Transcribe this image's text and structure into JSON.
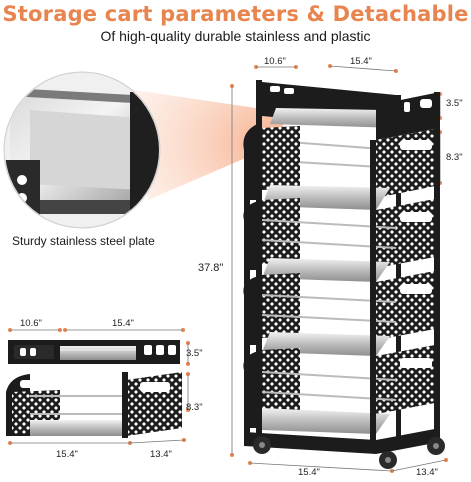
{
  "header": {
    "title": "Storage cart parameters & Detachable",
    "subtitle": "Of high-quality durable stainless  and plastic"
  },
  "callout": {
    "caption": "Sturdy stainless steel plate"
  },
  "main_cart": {
    "width_label": "10.6\"",
    "depth_label": "15.4\"",
    "top_height_label": "3.5\"",
    "tier_height_label": "8.3\"",
    "total_height_label": "37.8\"",
    "bottom_width_label": "15.4\"",
    "bottom_depth_label": "13.4\""
  },
  "detail_top": {
    "width_label": "10.6\"",
    "depth_label": "15.4\"",
    "height_label": "3.5\""
  },
  "detail_bottom": {
    "height_label": "8.3\"",
    "width_label": "15.4\"",
    "depth_label": "13.4\""
  },
  "colors": {
    "accent": "#e8844d",
    "frame": "#1c1c1c",
    "steel": "#c8c8c8"
  }
}
